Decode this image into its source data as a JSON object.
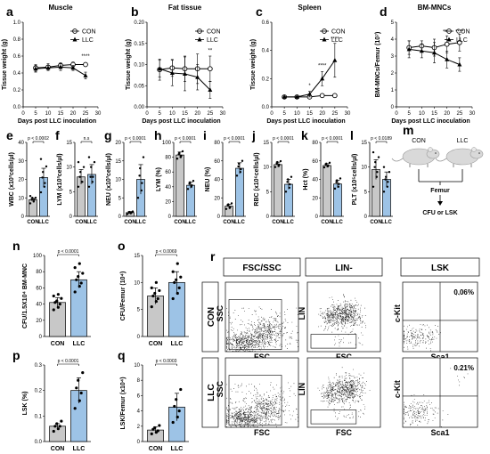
{
  "colors": {
    "con": "#c8c8c8",
    "llc": "#9dc3e6",
    "line": "#000000"
  },
  "chart_data": [
    {
      "panel": "a",
      "type": "line",
      "title": "Muscle",
      "xlabel": "Days post LLC inoculation",
      "ylabel": "Tissue weight (g)",
      "xlim": [
        0,
        30
      ],
      "ylim": [
        0,
        1.0
      ],
      "xticks": [
        0,
        5,
        10,
        15,
        20,
        25,
        30
      ],
      "yticks": [
        0.0,
        0.2,
        0.4,
        0.6,
        0.8,
        1.0
      ],
      "yticklabels": [
        "0.0",
        "0.2",
        "0.4",
        "0.6",
        "0.8",
        "1.0"
      ],
      "x": [
        5,
        10,
        15,
        20,
        25
      ],
      "series": [
        {
          "name": "CON",
          "values": [
            0.46,
            0.47,
            0.49,
            0.5,
            0.5
          ],
          "err": [
            0.04,
            0.04,
            0.03,
            0.03,
            0.02
          ]
        },
        {
          "name": "LLC",
          "values": [
            0.45,
            0.46,
            0.47,
            0.46,
            0.37
          ],
          "err": [
            0.04,
            0.03,
            0.04,
            0.03,
            0.04
          ]
        }
      ],
      "annotations": [
        {
          "x": 25,
          "y": 0.58,
          "text": "****"
        }
      ]
    },
    {
      "panel": "b",
      "type": "line",
      "title": "Fat tissue",
      "xlabel": "Days post LLC inoculation",
      "ylabel": "Tissue weight (g)",
      "xlim": [
        0,
        30
      ],
      "ylim": [
        0,
        0.2
      ],
      "xticks": [
        0,
        5,
        10,
        15,
        20,
        25,
        30
      ],
      "yticks": [
        0.0,
        0.05,
        0.1,
        0.15,
        0.2
      ],
      "yticklabels": [
        "0.00",
        "0.05",
        "0.10",
        "0.15",
        "0.20"
      ],
      "x": [
        5,
        10,
        15,
        20,
        25
      ],
      "series": [
        {
          "name": "CON",
          "values": [
            0.088,
            0.092,
            0.09,
            0.09,
            0.09
          ],
          "err": [
            0.025,
            0.02,
            0.03,
            0.035,
            0.03
          ]
        },
        {
          "name": "LLC",
          "values": [
            0.09,
            0.08,
            0.078,
            0.07,
            0.04
          ],
          "err": [
            0.02,
            0.03,
            0.04,
            0.03,
            0.02
          ]
        }
      ],
      "annotations": [
        {
          "x": 25,
          "y": 0.13,
          "text": "**"
        }
      ]
    },
    {
      "panel": "c",
      "type": "line",
      "title": "Spleen",
      "xlabel": "Days post LLC inoculation",
      "ylabel": "Tissue weight (g)",
      "xlim": [
        0,
        30
      ],
      "ylim": [
        0,
        0.6
      ],
      "xticks": [
        0,
        5,
        10,
        15,
        20,
        25,
        30
      ],
      "yticks": [
        0.0,
        0.2,
        0.4,
        0.6
      ],
      "yticklabels": [
        "0.0",
        "0.2",
        "0.4",
        "0.6"
      ],
      "x": [
        5,
        10,
        15,
        20,
        25
      ],
      "series": [
        {
          "name": "CON",
          "values": [
            0.07,
            0.07,
            0.07,
            0.08,
            0.08
          ],
          "err": [
            0.005,
            0.005,
            0.005,
            0.01,
            0.01
          ]
        },
        {
          "name": "LLC",
          "values": [
            0.07,
            0.07,
            0.09,
            0.2,
            0.33
          ],
          "err": [
            0.005,
            0.005,
            0.02,
            0.05,
            0.12
          ]
        }
      ],
      "annotations": [
        {
          "x": 15,
          "y": 0.14,
          "text": "*"
        },
        {
          "x": 20,
          "y": 0.28,
          "text": "****"
        },
        {
          "x": 25,
          "y": 0.47,
          "text": "****"
        }
      ]
    },
    {
      "panel": "d",
      "type": "line",
      "title": "BM-MNCs",
      "xlabel": "Days post LLC inoculation",
      "ylabel": "BM-MNCs/Femur (10⁷)",
      "xlim": [
        0,
        30
      ],
      "ylim": [
        0,
        5
      ],
      "xticks": [
        0,
        5,
        10,
        15,
        20,
        25,
        30
      ],
      "yticks": [
        0,
        1,
        2,
        3,
        4,
        5
      ],
      "yticklabels": [
        "0",
        "1",
        "2",
        "3",
        "4",
        "5"
      ],
      "x": [
        5,
        10,
        15,
        20,
        25
      ],
      "series": [
        {
          "name": "CON",
          "values": [
            3.5,
            3.6,
            3.5,
            3.7,
            3.8
          ],
          "err": [
            0.4,
            0.3,
            0.5,
            0.5,
            0.5
          ]
        },
        {
          "name": "LLC",
          "values": [
            3.4,
            3.3,
            3.2,
            2.8,
            2.5
          ],
          "err": [
            0.5,
            0.4,
            0.6,
            0.5,
            0.4
          ]
        }
      ],
      "annotations": [
        {
          "x": 20,
          "y": 4.35,
          "text": "****"
        },
        {
          "x": 25,
          "y": 4.35,
          "text": "****"
        }
      ]
    },
    {
      "panel": "e",
      "type": "bar",
      "ylabel": "WBC (x10³cells/µl)",
      "categories": [
        "CON",
        "LLC"
      ],
      "values": [
        9,
        21
      ],
      "err": [
        1,
        5
      ],
      "ylim": [
        0,
        40
      ],
      "yticks": [
        0,
        10,
        20,
        30,
        40
      ],
      "yticklabels": [
        "0",
        "10",
        "20",
        "30",
        "40"
      ],
      "pvalue": "p < 0.0002",
      "points": [
        [
          7,
          8,
          9,
          9,
          10,
          10,
          11
        ],
        [
          13,
          16,
          18,
          21,
          24,
          27,
          31
        ]
      ]
    },
    {
      "panel": "f",
      "type": "bar",
      "ylabel": "LYM (x10³cells/µl)",
      "categories": [
        "CON",
        "LLC"
      ],
      "values": [
        8,
        8.5
      ],
      "err": [
        1.5,
        2
      ],
      "ylim": [
        0,
        15
      ],
      "yticks": [
        0,
        5,
        10,
        15
      ],
      "yticklabels": [
        "0",
        "5",
        "10",
        "15"
      ],
      "pvalue": "n.s",
      "points": [
        [
          6,
          7,
          7,
          8,
          9,
          10,
          11
        ],
        [
          6,
          7,
          8,
          8,
          10,
          11,
          12
        ]
      ]
    },
    {
      "panel": "g",
      "type": "bar",
      "ylabel": "NEU (x10³cells/µl)",
      "categories": [
        "CON",
        "LLC"
      ],
      "values": [
        1,
        10
      ],
      "err": [
        0.3,
        4
      ],
      "ylim": [
        0,
        20
      ],
      "yticks": [
        0,
        5,
        10,
        15,
        20
      ],
      "yticklabels": [
        "0",
        "5",
        "10",
        "15",
        "20"
      ],
      "pvalue": "p < 0.0001",
      "points": [
        [
          0.6,
          0.8,
          1.0,
          1.0,
          1.2,
          1.3
        ],
        [
          5,
          7,
          9,
          11,
          13,
          16
        ]
      ]
    },
    {
      "panel": "h",
      "type": "bar",
      "ylabel": "LYM (%)",
      "categories": [
        "CON",
        "LLC"
      ],
      "values": [
        83,
        42
      ],
      "err": [
        4,
        4
      ],
      "ylim": [
        0,
        100
      ],
      "yticks": [
        0,
        20,
        40,
        60,
        80,
        100
      ],
      "yticklabels": [
        "0",
        "20",
        "40",
        "60",
        "80",
        "100"
      ],
      "pvalue": "p < 0.0001",
      "points": [
        [
          78,
          80,
          82,
          84,
          86,
          88
        ],
        [
          37,
          40,
          42,
          44,
          46,
          48
        ]
      ]
    },
    {
      "panel": "i",
      "type": "bar",
      "ylabel": "NEU (%)",
      "categories": [
        "CON",
        "LLC"
      ],
      "values": [
        11,
        52
      ],
      "err": [
        2,
        6
      ],
      "ylim": [
        0,
        80
      ],
      "yticks": [
        0,
        20,
        40,
        60,
        80
      ],
      "yticklabels": [
        "0",
        "20",
        "40",
        "60",
        "80"
      ],
      "pvalue": "p < 0.0001",
      "points": [
        [
          8,
          9,
          10,
          12,
          13,
          14
        ],
        [
          44,
          48,
          51,
          54,
          57,
          60
        ]
      ]
    },
    {
      "panel": "j",
      "type": "bar",
      "ylabel": "RBC (x10⁶cells/µl)",
      "categories": [
        "CON",
        "LLC"
      ],
      "values": [
        10.5,
        6.5
      ],
      "err": [
        0.5,
        1
      ],
      "ylim": [
        0,
        15
      ],
      "yticks": [
        0,
        5,
        10,
        15
      ],
      "yticklabels": [
        "0",
        "5",
        "10",
        "15"
      ],
      "pvalue": "p < 0.0001",
      "points": [
        [
          10,
          10.2,
          10.5,
          10.7,
          11,
          11.2
        ],
        [
          5,
          5.8,
          6.5,
          7,
          7.5,
          8
        ]
      ]
    },
    {
      "panel": "k",
      "type": "bar",
      "ylabel": "Hct (%)",
      "categories": [
        "CON",
        "LLC"
      ],
      "values": [
        55,
        35
      ],
      "err": [
        2,
        4
      ],
      "ylim": [
        0,
        80
      ],
      "yticks": [
        0,
        20,
        40,
        60,
        80
      ],
      "yticklabels": [
        "0",
        "20",
        "40",
        "60",
        "80"
      ],
      "pvalue": "p < 0.0001",
      "points": [
        [
          53,
          54,
          55,
          56,
          57,
          58
        ],
        [
          30,
          32,
          35,
          37,
          39,
          41
        ]
      ]
    },
    {
      "panel": "l",
      "type": "bar",
      "ylabel": "PLT (x10⁵cells/µl)",
      "categories": [
        "CON",
        "LLC"
      ],
      "values": [
        9.5,
        7.5
      ],
      "err": [
        2,
        1.5
      ],
      "ylim": [
        0,
        15
      ],
      "yticks": [
        0,
        5,
        10,
        15
      ],
      "yticklabels": [
        "0",
        "5",
        "10",
        "15"
      ],
      "pvalue": "p < 0.0189",
      "points": [
        [
          6,
          8,
          9,
          10,
          11,
          12,
          13
        ],
        [
          5,
          6,
          7,
          7.5,
          8,
          9,
          10
        ]
      ]
    },
    {
      "panel": "n",
      "type": "bar",
      "ylabel": "CFU/1.5X10⁴ BM-MNC",
      "categories": [
        "CON",
        "LLC"
      ],
      "values": [
        42,
        70
      ],
      "err": [
        6,
        10
      ],
      "ylim": [
        0,
        100
      ],
      "yticks": [
        0,
        20,
        40,
        60,
        80,
        100
      ],
      "yticklabels": [
        "0",
        "20",
        "40",
        "60",
        "80",
        "100"
      ],
      "pvalue": "p < 0.0001",
      "points": [
        [
          33,
          36,
          40,
          42,
          44,
          47,
          50,
          52
        ],
        [
          55,
          62,
          66,
          70,
          74,
          78,
          85,
          90
        ]
      ]
    },
    {
      "panel": "o",
      "type": "bar",
      "ylabel": "CFU/Femur (10⁴)",
      "categories": [
        "CON",
        "LLC"
      ],
      "values": [
        7.5,
        10
      ],
      "err": [
        1.5,
        2
      ],
      "ylim": [
        0,
        15
      ],
      "yticks": [
        0,
        5,
        10,
        15
      ],
      "yticklabels": [
        "0",
        "5",
        "10",
        "15"
      ],
      "pvalue": "p < 0.0069",
      "points": [
        [
          5.5,
          6.5,
          7,
          7.5,
          8,
          8.5,
          9,
          10
        ],
        [
          7,
          8,
          9,
          10,
          10.5,
          11,
          12,
          13.5
        ]
      ]
    },
    {
      "panel": "p",
      "type": "bar",
      "ylabel": "LSK (%)",
      "categories": [
        "CON",
        "LLC"
      ],
      "values": [
        0.06,
        0.2
      ],
      "err": [
        0.01,
        0.05
      ],
      "ylim": [
        0,
        0.3
      ],
      "yticks": [
        0,
        0.1,
        0.2,
        0.3
      ],
      "yticklabels": [
        "0.0",
        "0.1",
        "0.2",
        "0.3"
      ],
      "pvalue": "p < 0.0001",
      "points": [
        [
          0.04,
          0.05,
          0.06,
          0.06,
          0.07,
          0.08
        ],
        [
          0.13,
          0.16,
          0.19,
          0.21,
          0.24,
          0.27
        ]
      ]
    },
    {
      "panel": "q",
      "type": "bar",
      "ylabel": "LSK/Femur (x10⁴)",
      "categories": [
        "CON",
        "LLC"
      ],
      "values": [
        1.5,
        4.5
      ],
      "err": [
        0.4,
        1.8
      ],
      "ylim": [
        0,
        10
      ],
      "yticks": [
        0,
        2,
        4,
        6,
        8,
        10
      ],
      "yticklabels": [
        "0",
        "2",
        "4",
        "6",
        "8",
        "10"
      ],
      "pvalue": "p < 0.0003",
      "points": [
        [
          1,
          1.2,
          1.4,
          1.6,
          1.8,
          2.1
        ],
        [
          2.5,
          3.2,
          4,
          4.6,
          5.5,
          6.8
        ]
      ]
    }
  ],
  "panel_letters": {
    "m": "m",
    "r": "r"
  },
  "schematic": {
    "left": "CON",
    "right": "LLC",
    "center": "Femur",
    "bottom": "CFU or LSK"
  },
  "flow": {
    "headers": [
      "FSC/SSC",
      "LIN-",
      "LSK"
    ],
    "rows": [
      "CON",
      "LLC"
    ],
    "x_labels": [
      "FSC",
      "FSC",
      "Sca1"
    ],
    "y_labels": [
      "SSC",
      "LIN",
      "c-Kit"
    ],
    "percents": [
      "0.06%",
      "0.21%"
    ]
  }
}
